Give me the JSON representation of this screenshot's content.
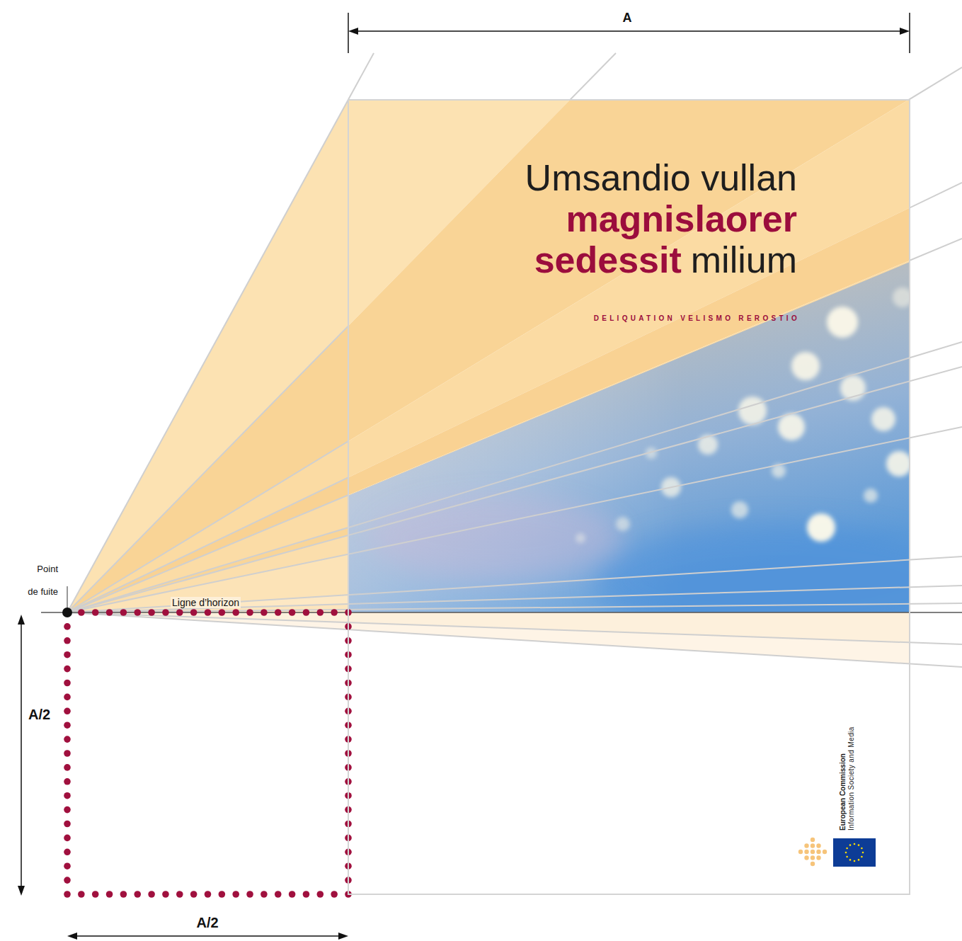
{
  "diagram": {
    "nodes": [
      {
        "text": [
          "Umsandio vullan",
          "magnislaorer",
          "sedessit",
          "milium",
          "DELIQUATION VELISMO REROSTIO",
          "European Commission",
          "Information Society and Media"
        ]
      }
    ],
    "labels": [
      "A",
      "Point de fuite",
      "Ligne d’horizon",
      "A/2",
      "A/2"
    ]
  }
}
